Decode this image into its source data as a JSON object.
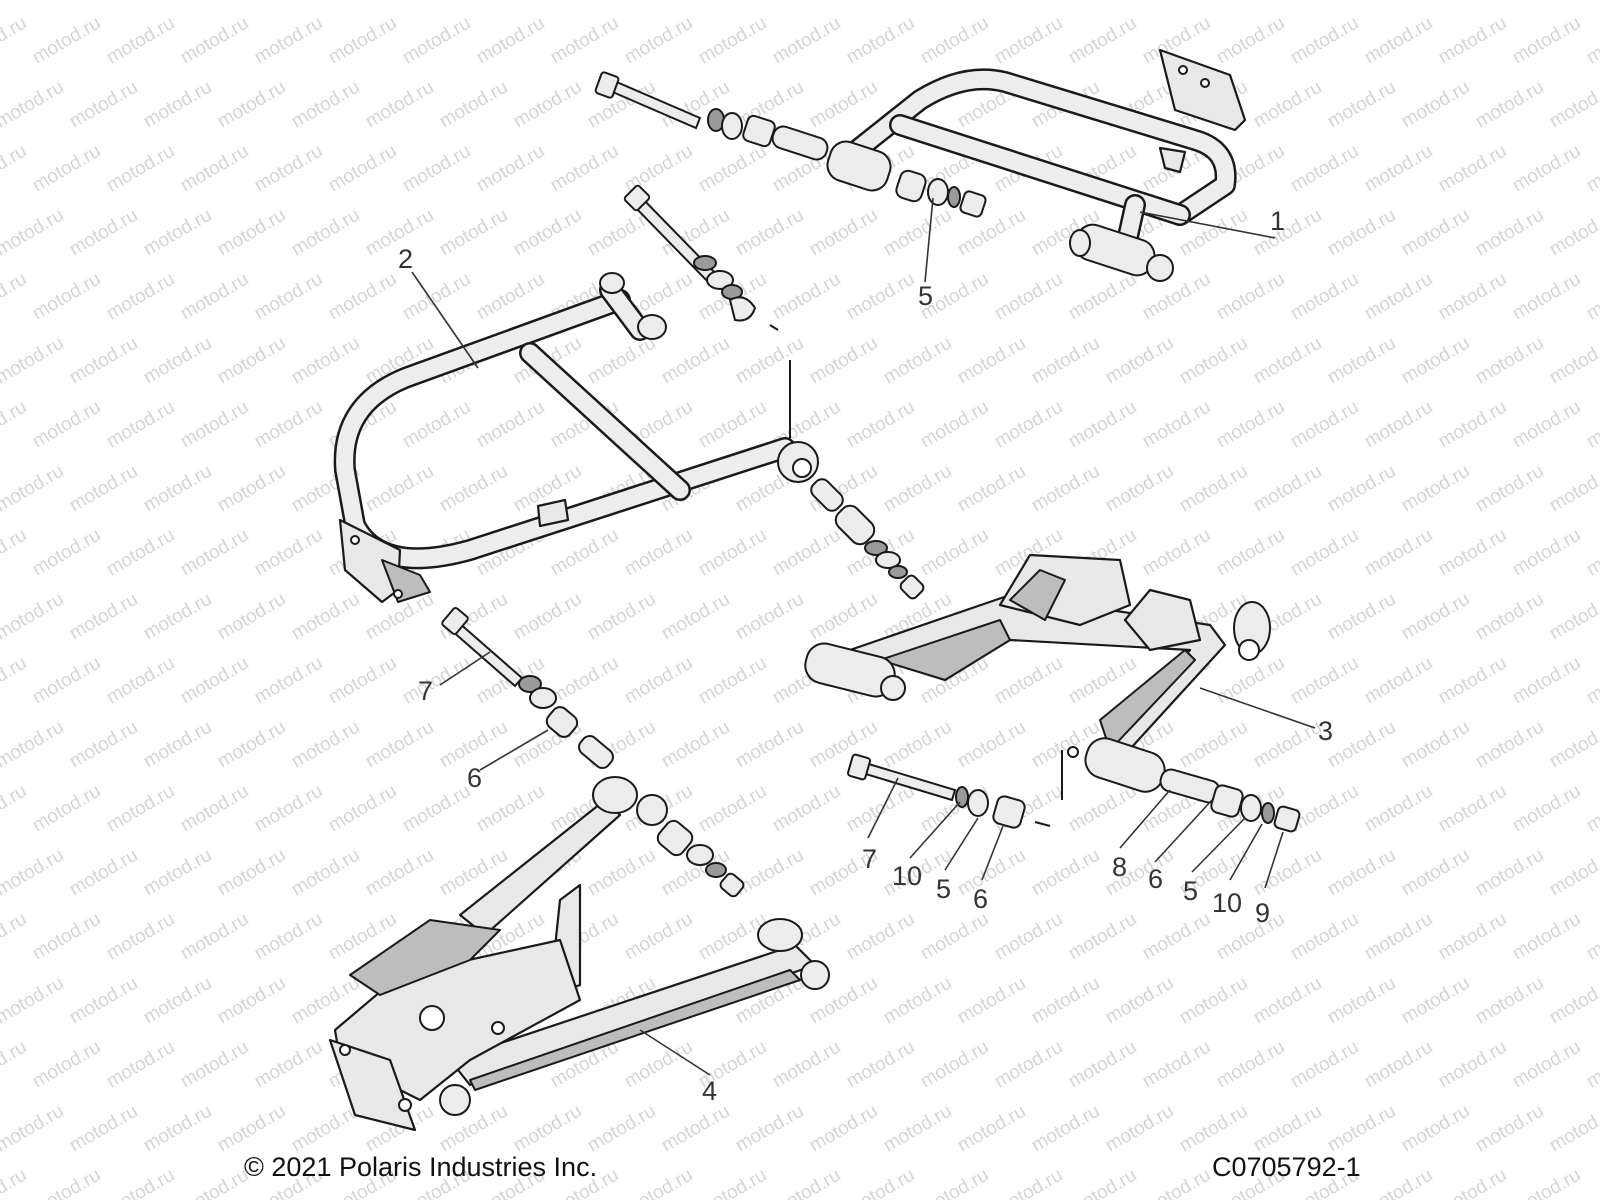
{
  "watermark": "motod.ru",
  "callouts": [
    {
      "id": "c1",
      "label": "1"
    },
    {
      "id": "c2",
      "label": "2"
    },
    {
      "id": "c5a",
      "label": "5"
    },
    {
      "id": "c7a",
      "label": "7"
    },
    {
      "id": "c6a",
      "label": "6"
    },
    {
      "id": "c3",
      "label": "3"
    },
    {
      "id": "c4",
      "label": "4"
    },
    {
      "id": "c7b",
      "label": "7"
    },
    {
      "id": "c10a",
      "label": "10"
    },
    {
      "id": "c5b",
      "label": "5"
    },
    {
      "id": "c6b",
      "label": "6"
    },
    {
      "id": "c8",
      "label": "8"
    },
    {
      "id": "c6c",
      "label": "6"
    },
    {
      "id": "c5c",
      "label": "5"
    },
    {
      "id": "c10b",
      "label": "10"
    },
    {
      "id": "c9",
      "label": "9"
    }
  ],
  "footer": {
    "copyright": "© 2021 Polaris Industries Inc.",
    "diagram_code": "C0705792-1"
  }
}
